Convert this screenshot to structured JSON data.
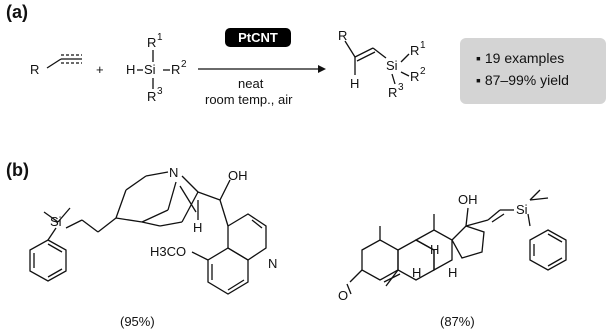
{
  "panel_a_label": "(a)",
  "panel_b_label": "(b)",
  "scheme": {
    "catalyst": "PtCNT",
    "conditions": [
      "neat",
      "room temp., air"
    ],
    "plus": "+",
    "alkyne_R": "R",
    "silane_labels": {
      "H": "H",
      "Si": "Si",
      "R1": "R",
      "R2": "R",
      "R3": "R",
      "sup1": "1",
      "sup2": "2",
      "sup3": "3"
    },
    "product_labels": {
      "R": "R",
      "H": "H",
      "Si": "Si",
      "R1": "R",
      "R2": "R",
      "R3": "R",
      "sup1": "1",
      "sup2": "2",
      "sup3": "3"
    }
  },
  "summary": {
    "lines": [
      "▪ 19 examples",
      "▪ 87–99% yield"
    ]
  },
  "examples": [
    {
      "yield": "(95%)",
      "labels": {
        "N_bridge": "N",
        "OH": "OH",
        "Si": "Si",
        "H": "H",
        "methoxy": "H3CO",
        "N_ring": "N"
      }
    },
    {
      "yield": "(87%)",
      "labels": {
        "OH": "OH",
        "Si": "Si",
        "O": "O",
        "H1": "H",
        "H2": "H",
        "H3": "H"
      }
    }
  ]
}
